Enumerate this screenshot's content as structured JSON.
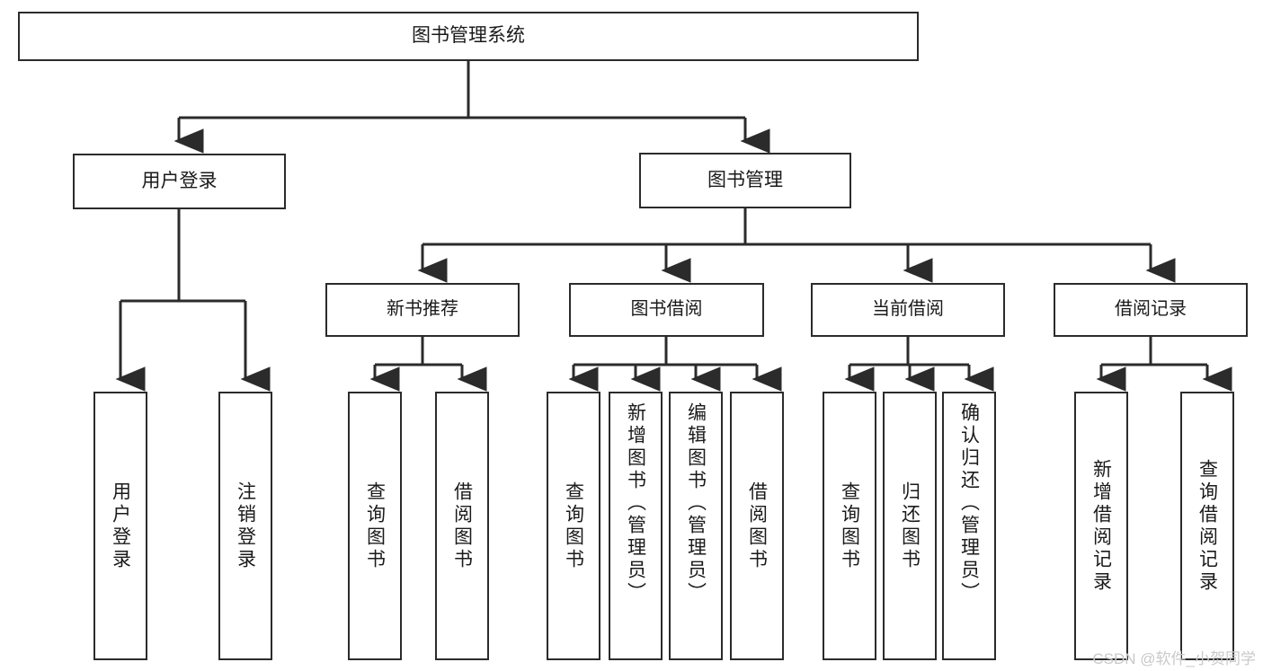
{
  "diagram": {
    "title": "图书管理系统",
    "type": "tree-hierarchy-chart",
    "colors": {
      "box_border": "#2b2b2b",
      "box_fill": "#ffffff",
      "connector": "#2b2b2b",
      "background": "#ffffff",
      "watermark": "#c9c9c9"
    },
    "root": {
      "label": "图书管理系统"
    },
    "tier1": [
      {
        "label": "用户登录"
      },
      {
        "label": "图书管理"
      }
    ],
    "tier2": [
      {
        "label": "新书推荐"
      },
      {
        "label": "图书借阅"
      },
      {
        "label": "当前借阅"
      },
      {
        "label": "借阅记录"
      }
    ],
    "leaves": {
      "user_login": [
        {
          "label": "用户登录"
        },
        {
          "label": "注销登录"
        }
      ],
      "new_book_recommend": [
        {
          "label": "查询图书"
        },
        {
          "label": "借阅图书"
        }
      ],
      "book_borrow": [
        {
          "label": "查询图书"
        },
        {
          "label": "新增图书（管理员）"
        },
        {
          "label": "编辑图书（管理员）"
        },
        {
          "label": "借阅图书"
        }
      ],
      "current_borrow": [
        {
          "label": "查询图书"
        },
        {
          "label": "归还图书"
        },
        {
          "label": "确认归还（管理员）"
        }
      ],
      "borrow_record": [
        {
          "label": "新增借阅记录"
        },
        {
          "label": "查询借阅记录"
        }
      ]
    }
  },
  "watermark": {
    "text": "CSDN @软件_小贺同学"
  }
}
